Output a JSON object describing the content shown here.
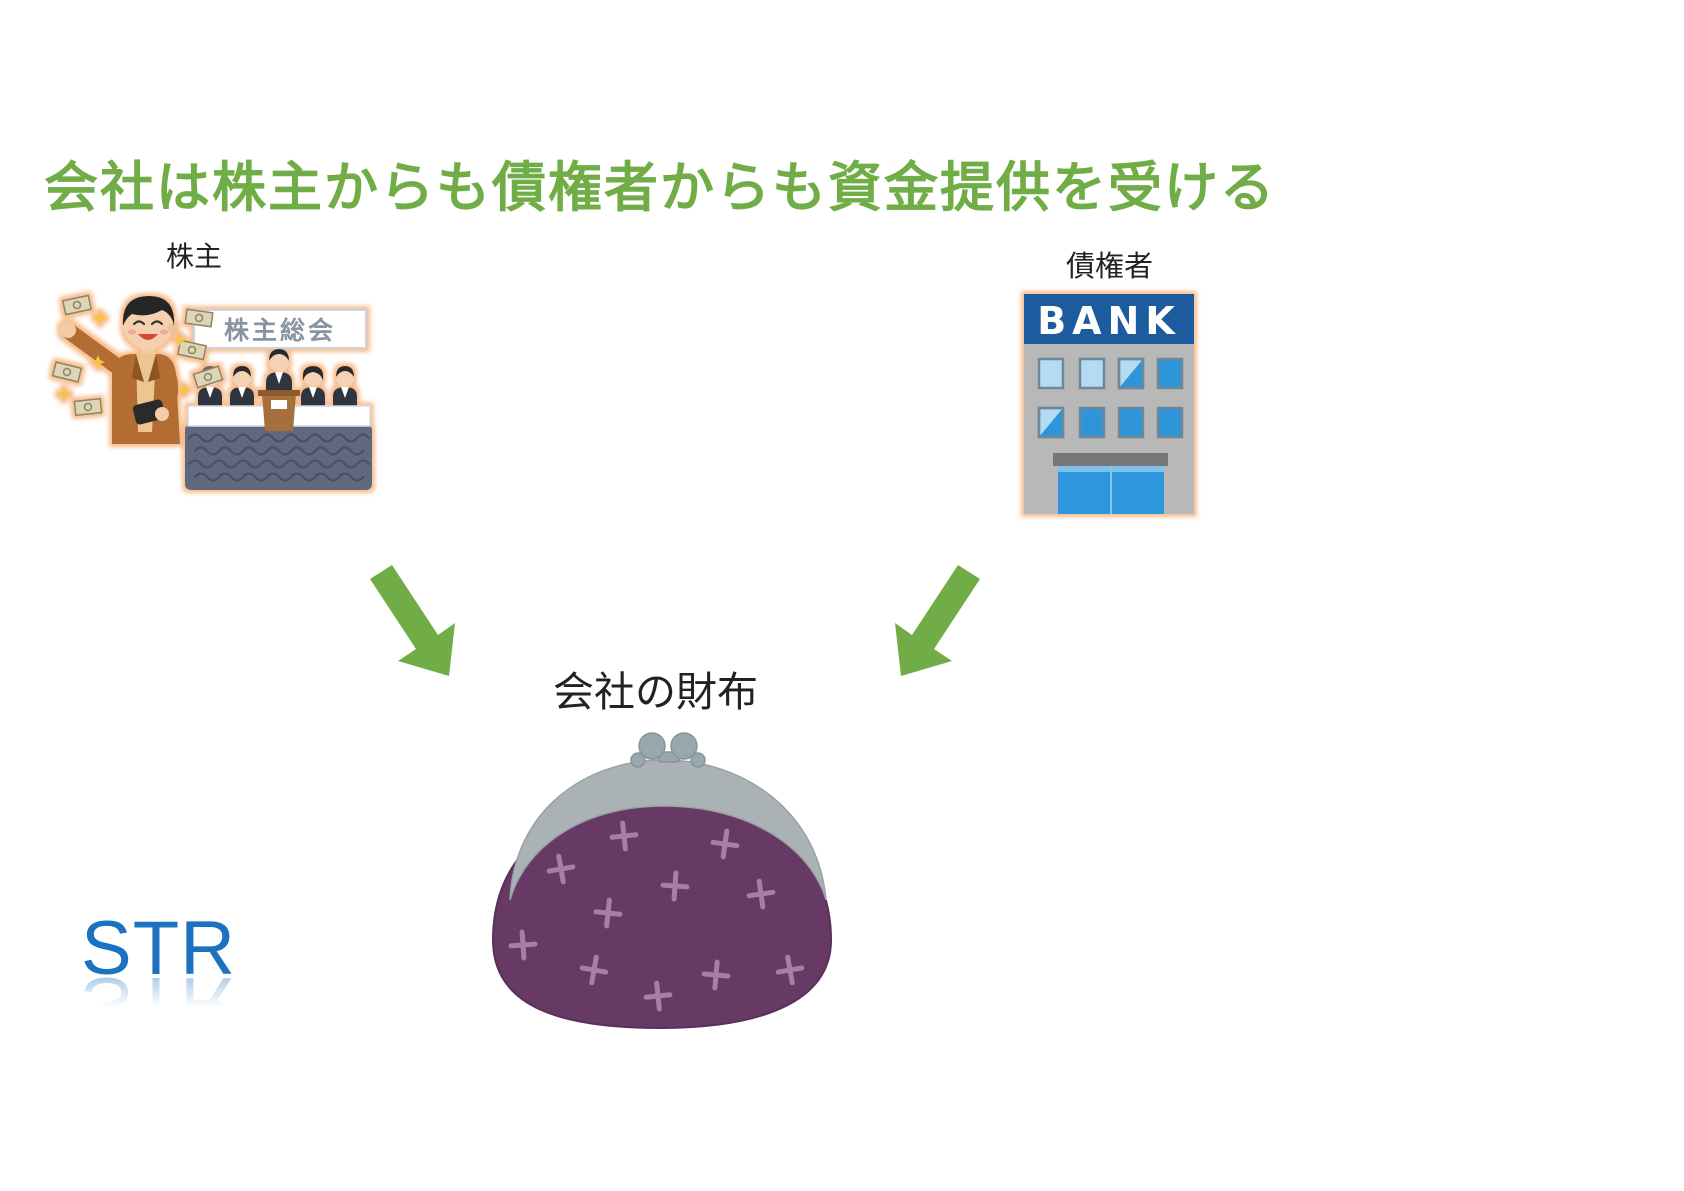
{
  "title": "会社は株主からも債権者からも資金提供を受ける",
  "shareholder": {
    "label": "株主",
    "sign_text": "株主総会",
    "icon": "shareholders-meeting-illustration"
  },
  "creditor": {
    "label": "債権者",
    "sign_text": "BANK",
    "icon": "bank-building-icon"
  },
  "wallet": {
    "label": "会社の財布",
    "icon": "purse-icon"
  },
  "arrows": [
    {
      "icon": "arrow-down-right-icon"
    },
    {
      "icon": "arrow-down-left-icon"
    }
  ],
  "logo": {
    "text": "STR"
  },
  "colors": {
    "accent": "#70ad47",
    "logo": "#1b72c0",
    "wallet": "#673a66"
  }
}
